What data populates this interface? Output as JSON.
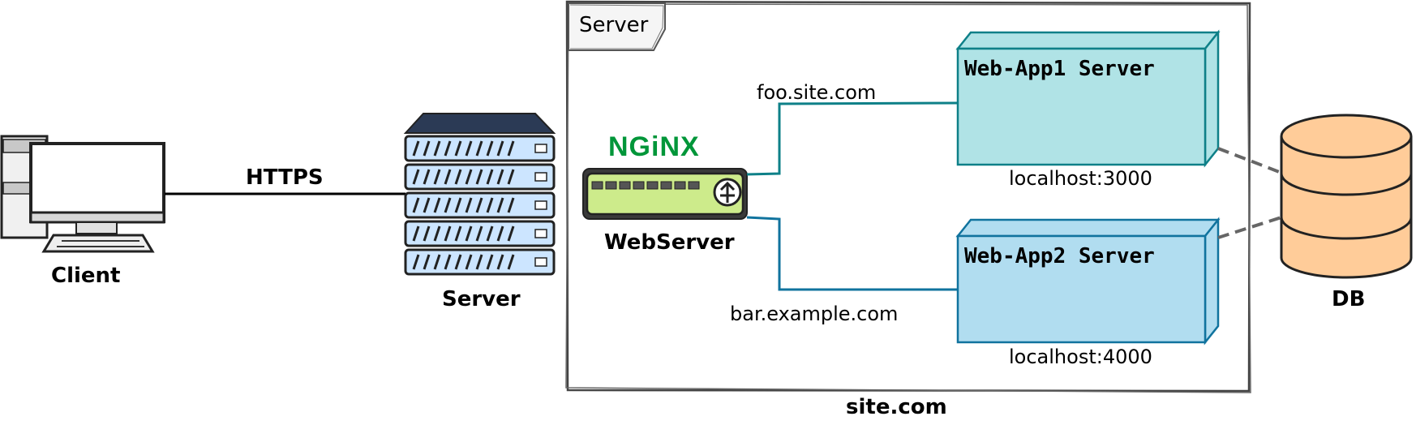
{
  "colors": {
    "server_rack_fill": "#cce5ff",
    "app1_fill": "#b0e3e6",
    "app1_stroke": "#0e8088",
    "app2_fill": "#b1ddf0",
    "app2_stroke": "#10739e",
    "db_fill": "#ffcc99",
    "nginx_green": "#009639",
    "nginx_device_fill": "#cdeb8b",
    "link_teal": "#0e8088",
    "link_blue": "#10739e",
    "db_link": "#666666"
  },
  "client": {
    "label": "Client",
    "icon": "desktop-computer-icon"
  },
  "https_link": {
    "label": "HTTPS"
  },
  "server_rack": {
    "label": "Server",
    "icon": "server-rack-icon"
  },
  "server_frame": {
    "tag": "Server",
    "caption": "site.com"
  },
  "webserver": {
    "brand": "NGiNX",
    "label": "WebServer",
    "icon": "network-switch-icon"
  },
  "routes": [
    {
      "domain": "foo.site.com"
    },
    {
      "domain": "bar.example.com"
    }
  ],
  "apps": [
    {
      "name": "Web-App1 Server",
      "address": "localhost:3000"
    },
    {
      "name": "Web-App2 Server",
      "address": "localhost:4000"
    }
  ],
  "db": {
    "label": "DB",
    "icon": "database-icon"
  }
}
